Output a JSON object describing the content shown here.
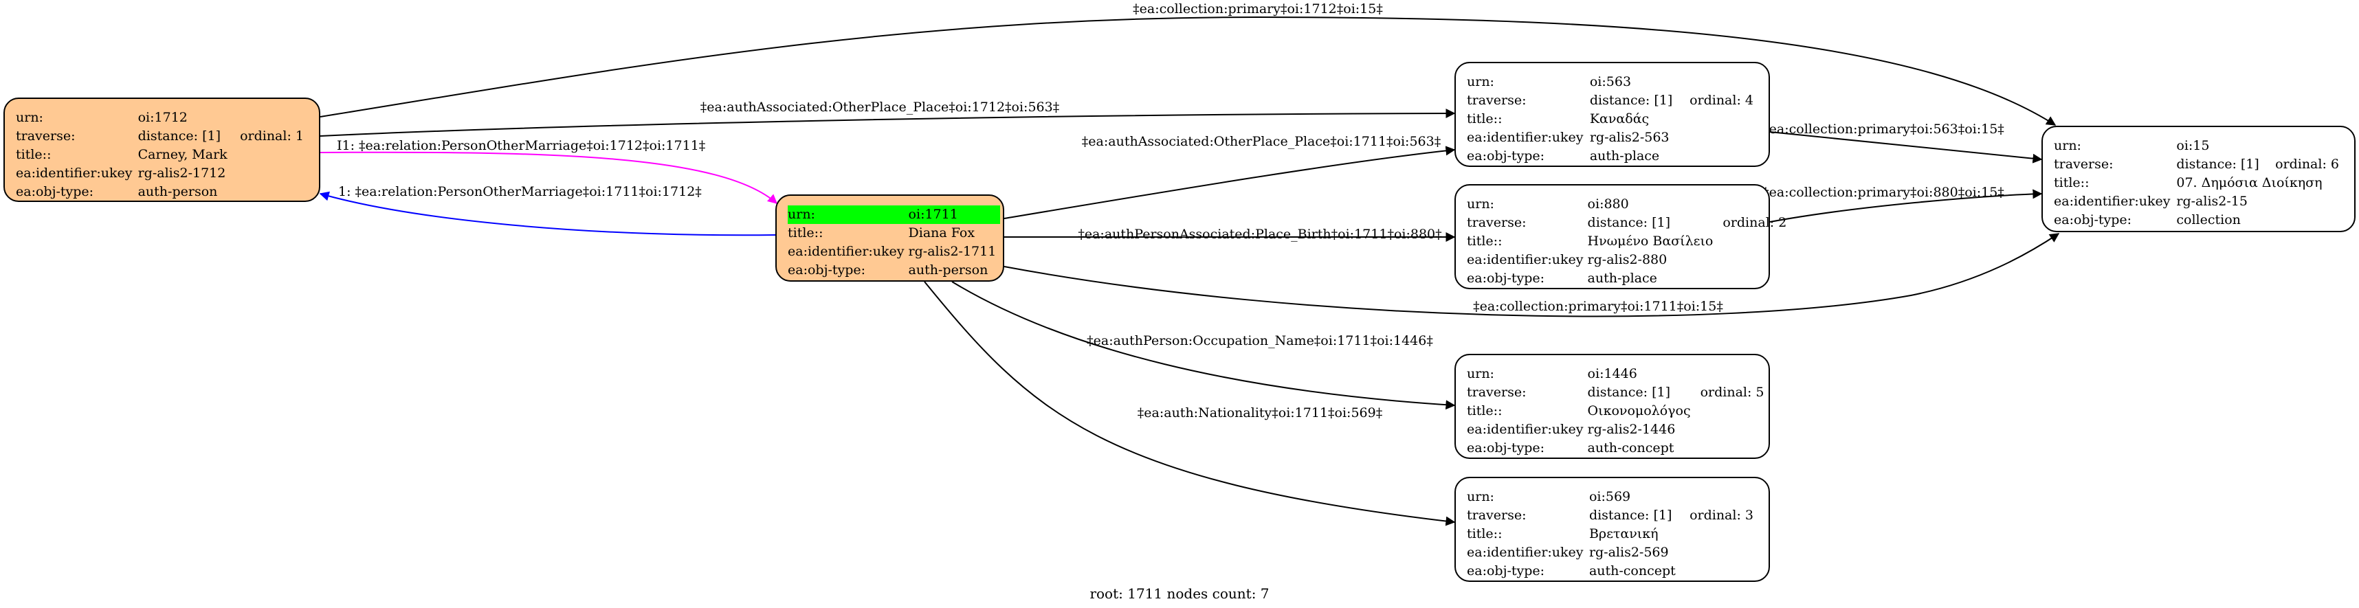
{
  "nodes": {
    "n1712": {
      "rows": [
        {
          "k": "urn:",
          "v": "oi:1712"
        },
        {
          "k": "traverse:",
          "v": "distance: [1]",
          "v2": "ordinal: 1"
        },
        {
          "k": "title::",
          "v": "Carney, Mark"
        },
        {
          "k": "ea:identifier:ukey",
          "v": "rg-alis2-1712"
        },
        {
          "k": "ea:obj-type:",
          "v": "auth-person"
        }
      ]
    },
    "n1711": {
      "rows": [
        {
          "k": "urn:",
          "v": "oi:1711"
        },
        {
          "k": "title::",
          "v": "Diana Fox"
        },
        {
          "k": "ea:identifier:ukey",
          "v": "rg-alis2-1711"
        },
        {
          "k": "ea:obj-type:",
          "v": "auth-person"
        }
      ]
    },
    "n563": {
      "rows": [
        {
          "k": "urn:",
          "v": "oi:563"
        },
        {
          "k": "traverse:",
          "v": "distance: [1]",
          "v2": "ordinal: 4"
        },
        {
          "k": "title::",
          "v": "Καναδάς"
        },
        {
          "k": "ea:identifier:ukey",
          "v": "rg-alis2-563"
        },
        {
          "k": "ea:obj-type:",
          "v": "auth-place"
        }
      ]
    },
    "n880": {
      "rows": [
        {
          "k": "urn:",
          "v": "oi:880"
        },
        {
          "k": "traverse:",
          "v": "distance: [1]",
          "v2": "ordinal: 2"
        },
        {
          "k": "title::",
          "v": "Ηνωμένο Βασίλειο"
        },
        {
          "k": "ea:identifier:ukey",
          "v": "rg-alis2-880"
        },
        {
          "k": "ea:obj-type:",
          "v": "auth-place"
        }
      ]
    },
    "n1446": {
      "rows": [
        {
          "k": "urn:",
          "v": "oi:1446"
        },
        {
          "k": "traverse:",
          "v": "distance: [1]",
          "v2": "ordinal: 5"
        },
        {
          "k": "title::",
          "v": "Οικονομολόγος"
        },
        {
          "k": "ea:identifier:ukey",
          "v": "rg-alis2-1446"
        },
        {
          "k": "ea:obj-type:",
          "v": "auth-concept"
        }
      ]
    },
    "n569": {
      "rows": [
        {
          "k": "urn:",
          "v": "oi:569"
        },
        {
          "k": "traverse:",
          "v": "distance: [1]",
          "v2": "ordinal: 3"
        },
        {
          "k": "title::",
          "v": "Βρετανική"
        },
        {
          "k": "ea:identifier:ukey",
          "v": "rg-alis2-569"
        },
        {
          "k": "ea:obj-type:",
          "v": "auth-concept"
        }
      ]
    },
    "n15": {
      "rows": [
        {
          "k": "urn:",
          "v": "oi:15"
        },
        {
          "k": "traverse:",
          "v": "distance: [1]",
          "v2": "ordinal: 6"
        },
        {
          "k": "title::",
          "v": "07. Δημόσια Διοίκηση"
        },
        {
          "k": "ea:identifier:ukey",
          "v": "rg-alis2-15"
        },
        {
          "k": "ea:obj-type:",
          "v": "collection"
        }
      ]
    }
  },
  "edges": {
    "e1712_15": "‡ea:collection:primary‡oi:1712‡oi:15‡",
    "e1712_563": "‡ea:authAssociated:OtherPlace_Place‡oi:1712‡oi:563‡",
    "e1712_1711": "I1: ‡ea:relation:PersonOtherMarriage‡oi:1712‡oi:1711‡",
    "e1711_1712": "1: ‡ea:relation:PersonOtherMarriage‡oi:1711‡oi:1712‡",
    "e1711_563": "‡ea:authAssociated:OtherPlace_Place‡oi:1711‡oi:563‡",
    "e1711_880": "‡ea:authPersonAssociated:Place_Birth‡oi:1711‡oi:880‡",
    "e1711_15": "‡ea:collection:primary‡oi:1711‡oi:15‡",
    "e1711_1446": "‡ea:authPerson:Occupation_Name‡oi:1711‡oi:1446‡",
    "e1711_569": "‡ea:auth:Nationality‡oi:1711‡oi:569‡",
    "e563_15": "‡ea:collection:primary‡oi:563‡oi:15‡",
    "e880_15": "‡ea:collection:primary‡oi:880‡oi:15‡"
  },
  "colors": {
    "person_fill": "#ffc993",
    "highlight": "#00ff00",
    "edge_default": "#000000",
    "edge_marriage_out": "#ff00ff",
    "edge_marriage_in": "#0000ff"
  },
  "footer": "root: 1711 nodes count: 7"
}
